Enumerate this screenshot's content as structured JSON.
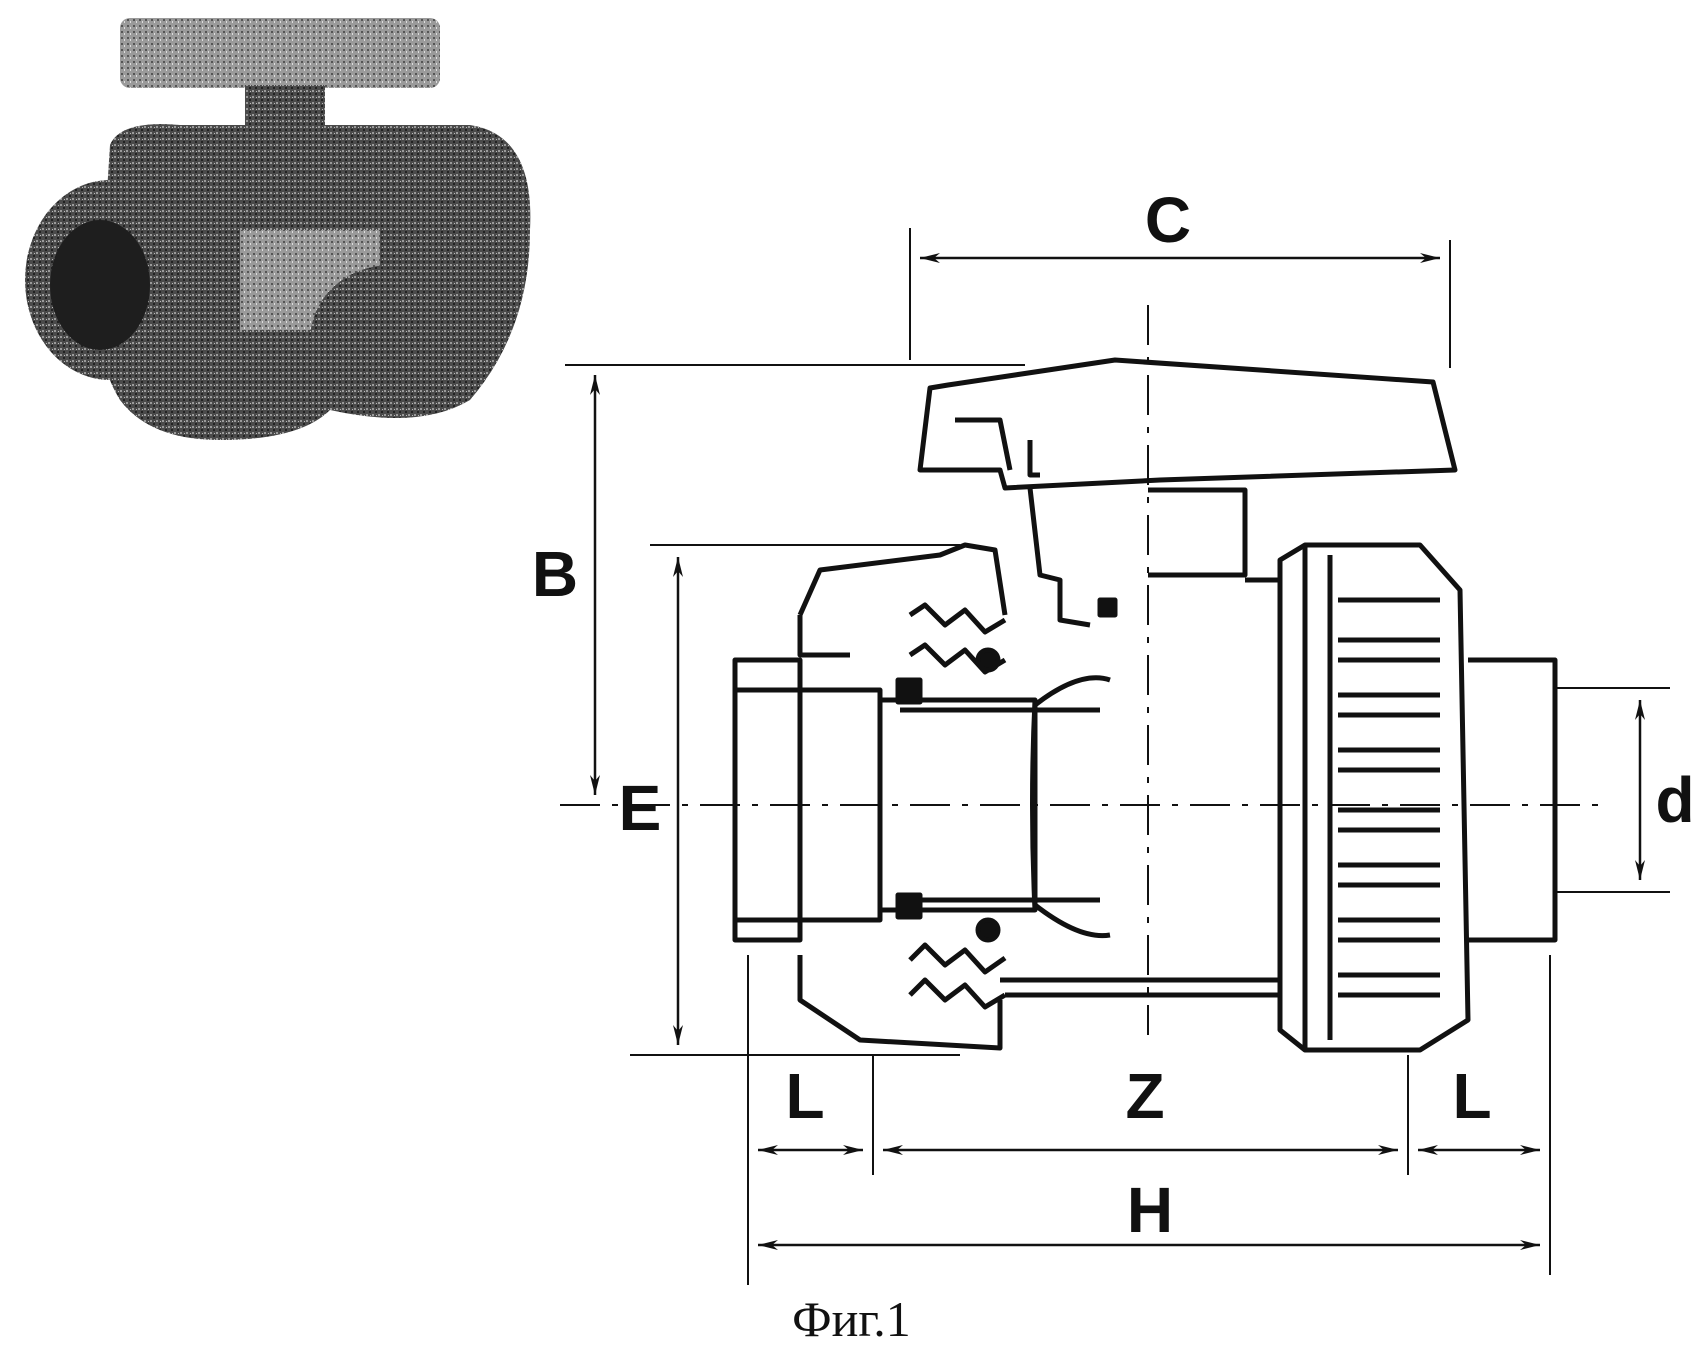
{
  "figure": {
    "caption": "Фиг.1",
    "dimensions": {
      "c": "C",
      "b": "B",
      "e": "E",
      "d": "d",
      "l_left": "L",
      "z": "Z",
      "l_right": "L",
      "h": "H"
    }
  },
  "colors": {
    "ink": "#111111",
    "photo_dark": "#2a2a2a",
    "photo_mid": "#6b6b6b",
    "background": "#ffffff"
  }
}
